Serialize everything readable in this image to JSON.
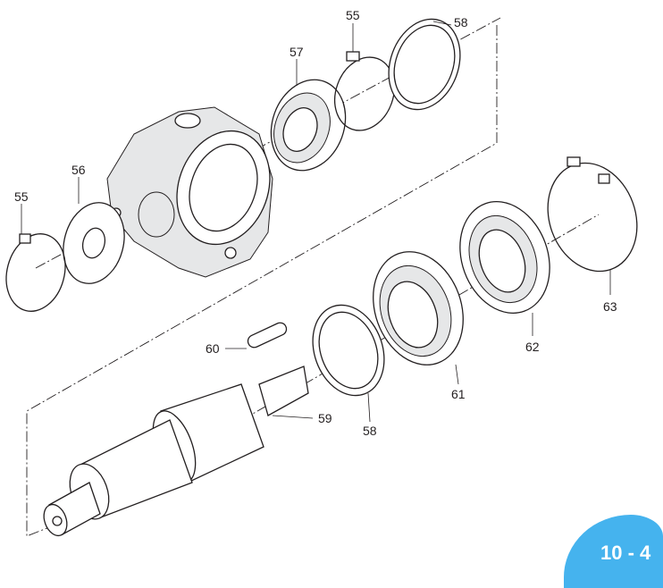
{
  "page_badge": "10 - 4",
  "badge_color": "#45b3ee",
  "callouts": {
    "ring_55_top": "55",
    "ring_58_top": "58",
    "bearing_57": "57",
    "washer_56": "56",
    "ring_55_left": "55",
    "key_60": "60",
    "shaft_59": "59",
    "ring_58_bottom": "58",
    "bearing_61": "61",
    "seal_62": "62",
    "ring_63": "63"
  }
}
